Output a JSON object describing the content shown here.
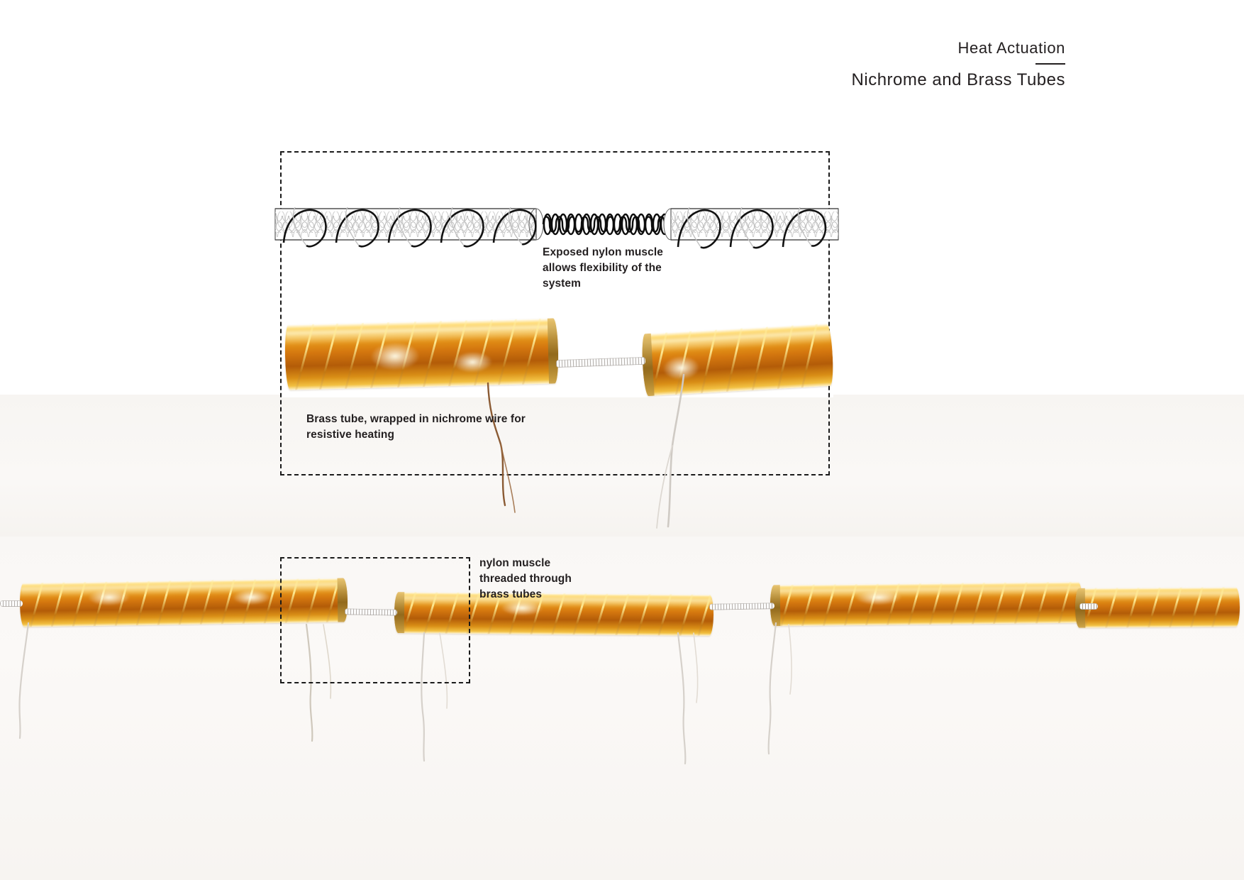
{
  "header": {
    "title": "Heat Actuation",
    "subtitle": "Nichrome and Brass Tubes"
  },
  "callouts": {
    "exposed_muscle": "Exposed nylon muscle\nallows flexibility of the\nsystem",
    "brass_tube": "Brass tube, wrapped in nichrome wire for\nresistive heating",
    "nylon_threaded": "nylon muscle\nthreaded through\nbrass tubes"
  },
  "figure": {
    "detail_box_label": "detail-callout-box",
    "main_box_label": "main-detail-box"
  },
  "colors": {
    "ink": "#231f20",
    "brass_light": "#f0a81c",
    "brass_mid": "#d4770f",
    "brass_dark": "#b35c08",
    "brass_highlight": "#ffe48c",
    "paper": "#f8f6f4",
    "page": "#ffffff"
  },
  "diagram": {
    "description": "line-art of nylon muscle coil threaded through two brass tubes with nichrome wire helix",
    "tube_count": 2,
    "exposed_coil_span": "center"
  },
  "lower_row": {
    "tube_count": 4
  }
}
